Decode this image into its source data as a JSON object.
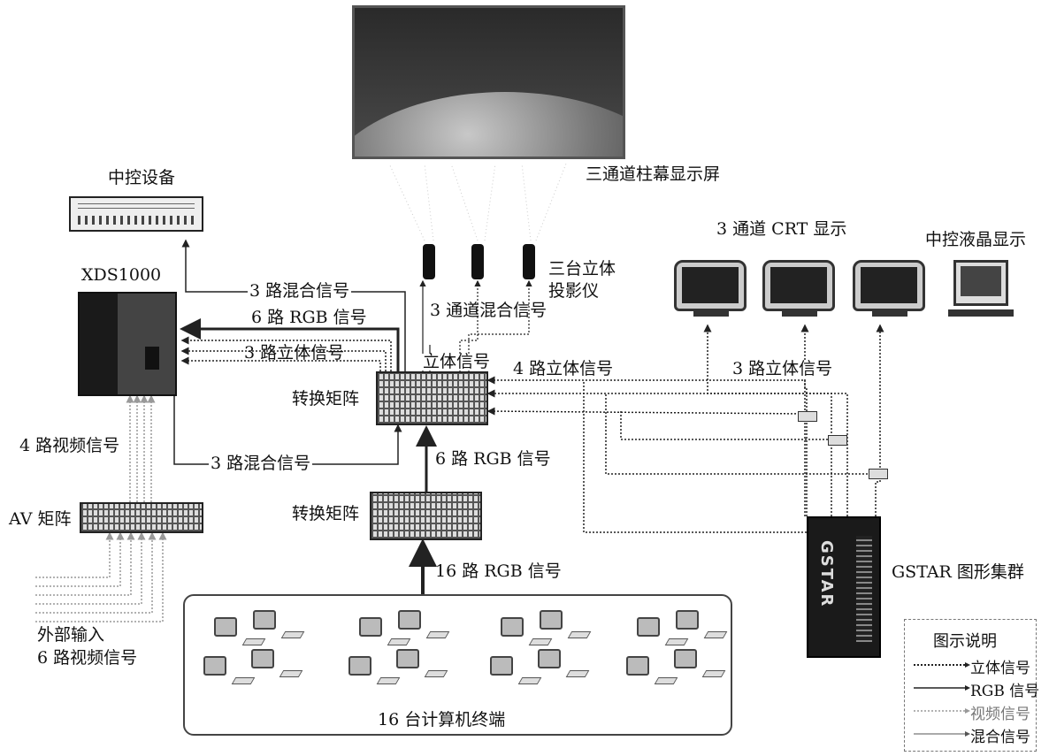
{
  "labels": {
    "screen": "三通道柱幕显示屏",
    "control_device": "中控设备",
    "xds": "XDS1000",
    "projectors": "三台立体\n投影仪",
    "crt": "3 通道 CRT 显示",
    "lcd": "中控液晶显示",
    "matrix_top": "转换矩阵",
    "matrix_bottom": "转换矩阵",
    "av_matrix": "AV 矩阵",
    "gstar": "GSTAR 图形集群",
    "terminals": "16 台计算机终端",
    "external_input": "外部输入\n6 路视频信号",
    "mixed3_top": "3 路混合信号",
    "rgb6_left": "6 路 RGB 信号",
    "stereo3_left": "3 路立体信号",
    "mixed3_channel": "3 通道混合信号",
    "stereo_signal": "立体信号",
    "stereo4": "4 路立体信号",
    "stereo3_right": "3 路立体信号",
    "video4": "4 路视频信号",
    "mixed3_bottom": "3 路混合信号",
    "rgb6_mid": "6 路 RGB 信号",
    "rgb16": "16 路 RGB 信号",
    "gstar_logo": "GSTAR"
  },
  "legend": {
    "title": "图示说明",
    "items": [
      {
        "label": "立体信号",
        "style": "dotted"
      },
      {
        "label": "RGB 信号",
        "style": "thick"
      },
      {
        "label": "视频信号",
        "style": "gray-dotted"
      },
      {
        "label": "混合信号",
        "style": "thin"
      }
    ]
  }
}
